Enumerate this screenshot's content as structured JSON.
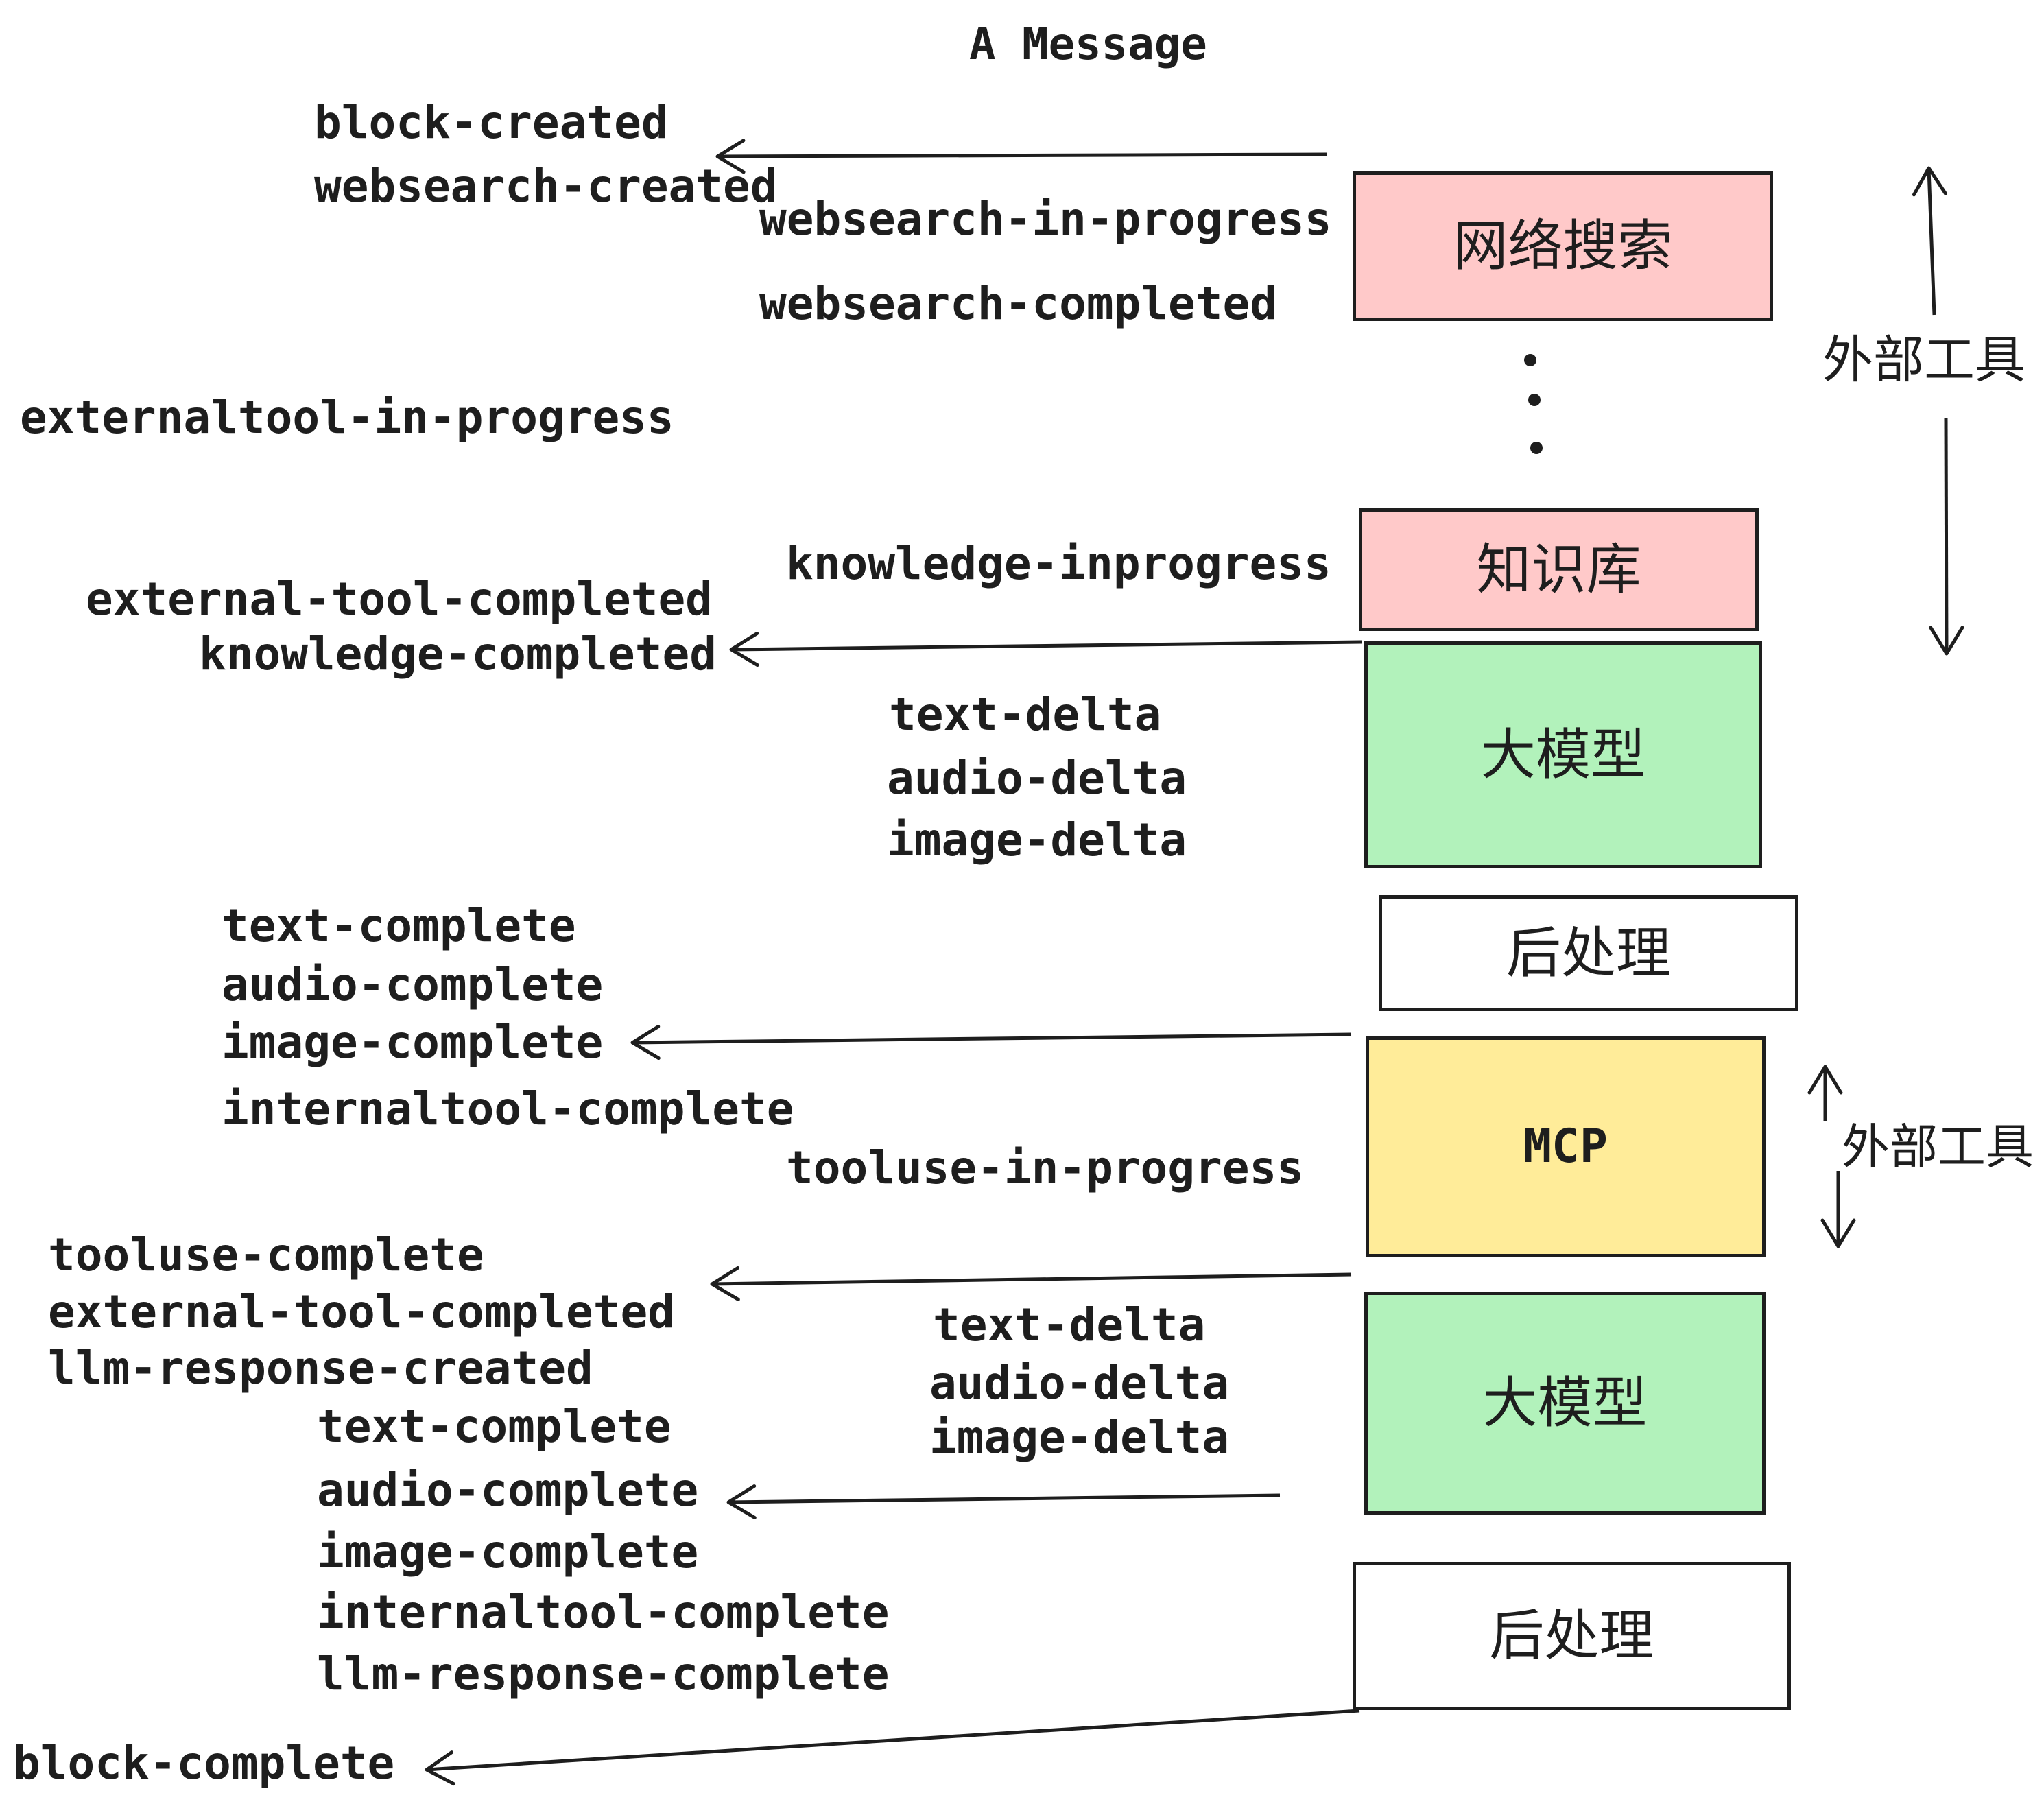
{
  "title": "A Message",
  "colors": {
    "ink": "#1e1e1e",
    "pink": "#ffc9c9",
    "green": "#b2f2bb",
    "yellow": "#ffec99",
    "white": "#ffffff"
  },
  "flow_boxes": {
    "websearch": {
      "label": "网络搜索",
      "fill": "#ffc9c9"
    },
    "knowledge": {
      "label": "知识库",
      "fill": "#ffc9c9"
    },
    "llm1": {
      "label": "大模型",
      "fill": "#b2f2bb"
    },
    "post1": {
      "label": "后处理",
      "fill": "#ffffff"
    },
    "mcp": {
      "label": "MCP",
      "fill": "#ffec99"
    },
    "llm2": {
      "label": "大模型",
      "fill": "#b2f2bb"
    },
    "post2": {
      "label": "后处理",
      "fill": "#ffffff"
    }
  },
  "annotations": {
    "external_tools_top": {
      "label": "外部工具"
    },
    "external_tools_bottom": {
      "label": "外部工具"
    }
  },
  "events": {
    "block_created": {
      "text": "block-created"
    },
    "websearch_created": {
      "text": "websearch-created"
    },
    "websearch_in_progress": {
      "text": "websearch-in-progress"
    },
    "websearch_completed": {
      "text": "websearch-completed"
    },
    "externaltool_in_progress": {
      "text": "externaltool-in-progress"
    },
    "knowledge_inprogress": {
      "text": "knowledge-inprogress"
    },
    "external_tool_completed": {
      "text": "external-tool-completed"
    },
    "knowledge_completed": {
      "text": "knowledge-completed"
    },
    "text_delta": {
      "text": "text-delta"
    },
    "audio_delta": {
      "text": "audio-delta"
    },
    "image_delta": {
      "text": "image-delta"
    },
    "text_complete": {
      "text": "text-complete"
    },
    "audio_complete": {
      "text": "audio-complete"
    },
    "image_complete": {
      "text": "image-complete"
    },
    "internaltool_complete": {
      "text": "internaltool-complete"
    },
    "tooluse_in_progress": {
      "text": "tooluse-in-progress"
    },
    "tooluse_complete": {
      "text": "tooluse-complete"
    },
    "external_tool_completed_2": {
      "text": "external-tool-completed"
    },
    "llm_response_created": {
      "text": "llm-response-created"
    },
    "text_delta_2": {
      "text": "text-delta"
    },
    "audio_delta_2": {
      "text": "audio-delta"
    },
    "image_delta_2": {
      "text": "image-delta"
    },
    "text_complete_2": {
      "text": "text-complete"
    },
    "audio_complete_2": {
      "text": "audio-complete"
    },
    "image_complete_2": {
      "text": "image-complete"
    },
    "internaltool_complete_2": {
      "text": "internaltool-complete"
    },
    "llm_response_complete": {
      "text": "llm-response-complete"
    },
    "block_complete": {
      "text": "block-complete"
    }
  }
}
